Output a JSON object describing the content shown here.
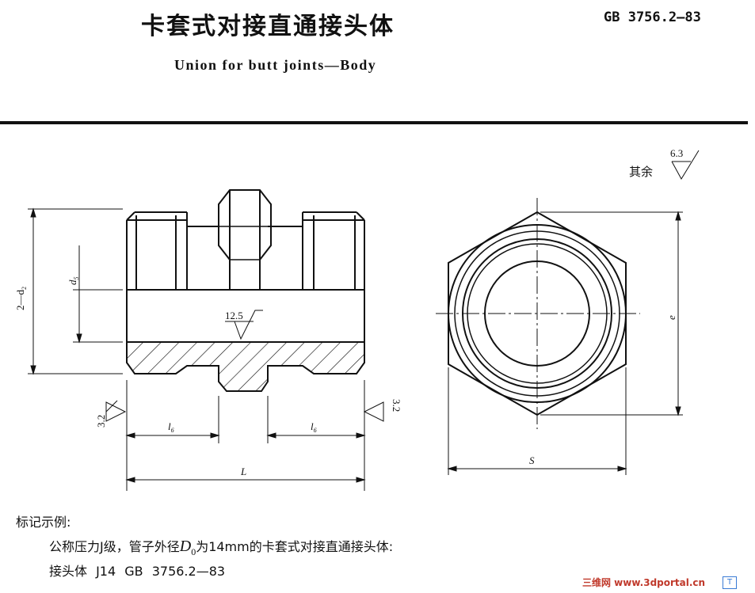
{
  "header": {
    "title_cn": "卡套式对接直通接头体",
    "standard_code": "GB  3756.2—83",
    "title_en": "Union for butt joints—Body"
  },
  "drawing": {
    "roughness_rest_label": "其余",
    "roughness_rest_value": "6.3",
    "roughness_bore_value": "12.5",
    "roughness_face_left_value": "3.2",
    "roughness_face_right_value": "3.2",
    "dim_thread_diameter": "2—d",
    "dim_thread_diameter_sub": "2",
    "dim_bore_diameter": "d",
    "dim_bore_diameter_sub": "5",
    "dim_thread_length_left": "l",
    "dim_thread_length_left_sub": "6",
    "dim_thread_length_right": "l",
    "dim_thread_length_right_sub": "6",
    "dim_total_length": "L",
    "dim_across_flats": "S",
    "dim_across_corners": "e"
  },
  "marking_example": {
    "heading": "标记示例:",
    "line1_prefix": "公称压力J级，管子外径",
    "line1_var": "D",
    "line1_var_sub": "0",
    "line1_suffix": "为14mm的卡套式对接直通接头体:",
    "line2": "接头体   J14   GB  3756.2—83"
  },
  "watermark": {
    "text": "三维网 www.3dportal.cn",
    "icon": "T"
  }
}
